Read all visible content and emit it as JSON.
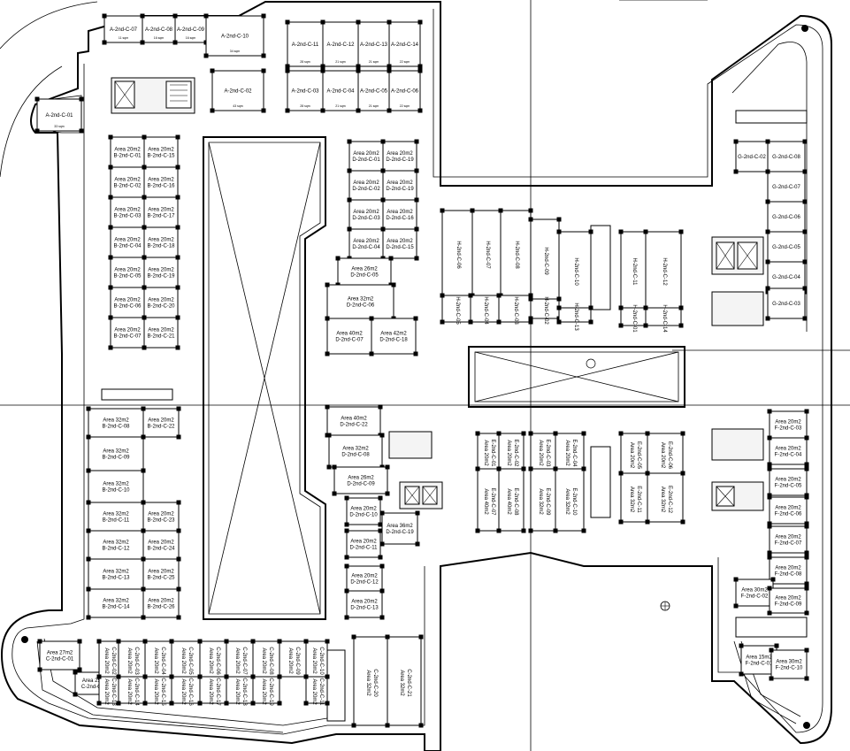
{
  "plan": {
    "shops": [
      {
        "id": "a07",
        "lines": [
          "A-2nd-C-07"
        ],
        "sub": "11 sqm"
      },
      {
        "id": "a08",
        "lines": [
          "A-2nd-C-08"
        ],
        "sub": "16 sqm"
      },
      {
        "id": "a09",
        "lines": [
          "A-2nd-C-09"
        ],
        "sub": "16 sqm"
      },
      {
        "id": "a10",
        "lines": [
          "A-2nd-C-10"
        ],
        "sub": "34 sqm"
      },
      {
        "id": "a11",
        "lines": [
          "A-2nd-C-11"
        ],
        "sub": "28 sqm"
      },
      {
        "id": "a12",
        "lines": [
          "A-2nd-C-12"
        ],
        "sub": "21 sqm"
      },
      {
        "id": "a13",
        "lines": [
          "A-2nd-C-13"
        ],
        "sub": "21 sqm"
      },
      {
        "id": "a14",
        "lines": [
          "A-2nd-C-14"
        ],
        "sub": "22 sqm"
      },
      {
        "id": "a02",
        "lines": [
          "A-2nd-C-02"
        ],
        "sub": "43 sqm"
      },
      {
        "id": "a03",
        "lines": [
          "A-2nd-C-03"
        ],
        "sub": "28 sqm"
      },
      {
        "id": "a04",
        "lines": [
          "A-2nd-C-04"
        ],
        "sub": "21 sqm"
      },
      {
        "id": "a05",
        "lines": [
          "A-2nd-C-05"
        ],
        "sub": "21 sqm"
      },
      {
        "id": "a06",
        "lines": [
          "A-2nd-C-06"
        ],
        "sub": "22 sqm"
      },
      {
        "id": "a01",
        "lines": [
          "A-2nd-C-01"
        ],
        "sub": "33 sqm"
      },
      {
        "id": "b01",
        "lines": [
          "Area 20m2",
          "B-2nd-C-01"
        ]
      },
      {
        "id": "b15",
        "lines": [
          "Area 20m2",
          "B-2nd-C-15"
        ]
      },
      {
        "id": "b02",
        "lines": [
          "Area 20m2",
          "B-2nd-C-02"
        ]
      },
      {
        "id": "b16",
        "lines": [
          "Area 20m2",
          "B-2nd-C-16"
        ]
      },
      {
        "id": "b03",
        "lines": [
          "Area 20m2",
          "B-2nd-C-03"
        ]
      },
      {
        "id": "b17",
        "lines": [
          "Area 20m2",
          "B-2nd-C-17"
        ]
      },
      {
        "id": "b04",
        "lines": [
          "Area 20m2",
          "B-2nd-C-04"
        ]
      },
      {
        "id": "b18",
        "lines": [
          "Area 20m2",
          "B-2nd-C-18"
        ]
      },
      {
        "id": "b05",
        "lines": [
          "Area 20m2",
          "B-2nd-C-05"
        ]
      },
      {
        "id": "b19",
        "lines": [
          "Area 20m2",
          "B-2nd-C-19"
        ]
      },
      {
        "id": "b06",
        "lines": [
          "Area 20m2",
          "B-2nd-C-06"
        ]
      },
      {
        "id": "b20",
        "lines": [
          "Area 20m2",
          "B-2nd-C-20"
        ]
      },
      {
        "id": "b07",
        "lines": [
          "Area 20m2",
          "B-2nd-C-07"
        ]
      },
      {
        "id": "b21",
        "lines": [
          "Area 20m2",
          "B-2nd-C-21"
        ]
      },
      {
        "id": "b08",
        "lines": [
          "Area 32m2",
          "B-2nd-C-08"
        ]
      },
      {
        "id": "b22",
        "lines": [
          "Area 20m2",
          "B-2nd-C-22"
        ]
      },
      {
        "id": "b09",
        "lines": [
          "Area 32m2",
          "B-2nd-C-09"
        ]
      },
      {
        "id": "b10",
        "lines": [
          "Area 32m2",
          "B-2nd-C-10"
        ]
      },
      {
        "id": "b11",
        "lines": [
          "Area 32m2",
          "B-2nd-C-11"
        ]
      },
      {
        "id": "b23",
        "lines": [
          "Area 20m2",
          "B-2nd-C-23"
        ]
      },
      {
        "id": "b12",
        "lines": [
          "Area 32m2",
          "B-2nd-C-12"
        ]
      },
      {
        "id": "b24",
        "lines": [
          "Area 20m2",
          "B-2nd-C-24"
        ]
      },
      {
        "id": "b13",
        "lines": [
          "Area 32m2",
          "B-2nd-C-13"
        ]
      },
      {
        "id": "b25",
        "lines": [
          "Area 20m2",
          "B-2nd-C-25"
        ]
      },
      {
        "id": "b14",
        "lines": [
          "Area 32m2",
          "B-2nd-C-14"
        ]
      },
      {
        "id": "b26",
        "lines": [
          "Area 20m2",
          "B-2nd-C-26"
        ]
      },
      {
        "id": "d01",
        "lines": [
          "Area 20m2",
          "D-2nd-C-01"
        ]
      },
      {
        "id": "d19a",
        "lines": [
          "Area 20m2",
          "D-2nd-C-19"
        ]
      },
      {
        "id": "d02",
        "lines": [
          "Area 20m2",
          "D-2nd-C-02"
        ]
      },
      {
        "id": "d19b",
        "lines": [
          "Area 20m2",
          "D-2nd-C-19"
        ]
      },
      {
        "id": "d03",
        "lines": [
          "Area 20m2",
          "D-2nd-C-03"
        ]
      },
      {
        "id": "d16",
        "lines": [
          "Area 20m2",
          "D-2nd-C-16"
        ]
      },
      {
        "id": "d04",
        "lines": [
          "Area 20m2",
          "D-2nd-C-04"
        ]
      },
      {
        "id": "d15",
        "lines": [
          "Area 20m2",
          "D-2nd-C-15"
        ]
      },
      {
        "id": "d05",
        "lines": [
          "Area 26m2",
          "D-2nd-C-05"
        ]
      },
      {
        "id": "d06",
        "lines": [
          "Area 32m2",
          "D-2nd-C-06"
        ]
      },
      {
        "id": "d07",
        "lines": [
          "Area 40m2",
          "D-2nd-C-07"
        ]
      },
      {
        "id": "d18",
        "lines": [
          "Area 42m2",
          "D-2nd-C-18"
        ]
      },
      {
        "id": "d22",
        "lines": [
          "Area 40m2",
          "D-2nd-C-22"
        ]
      },
      {
        "id": "d08",
        "lines": [
          "Area 32m2",
          "D-2nd-C-08"
        ]
      },
      {
        "id": "d09",
        "lines": [
          "Area 26m2",
          "D-2nd-C-09"
        ]
      },
      {
        "id": "d10",
        "lines": [
          "Area 20m2",
          "D-2nd-C-10"
        ]
      },
      {
        "id": "d19c",
        "lines": [
          "Area 36m2",
          "D-2nd-C-19"
        ]
      },
      {
        "id": "d11",
        "lines": [
          "Area 20m2",
          "D-2nd-C-11"
        ]
      },
      {
        "id": "d12",
        "lines": [
          "Area 20m2",
          "D-2nd-C-12"
        ]
      },
      {
        "id": "d13",
        "lines": [
          "Area 20m2",
          "D-2nd-C-13"
        ]
      },
      {
        "id": "c01",
        "lines": [
          "Area 27m2",
          "C-2nd-C-01"
        ]
      },
      {
        "id": "c12",
        "lines": [
          "Area 25m2",
          "C-2nd-C-12"
        ]
      },
      {
        "id": "g02",
        "lines": [
          "G-2nd-C-02"
        ]
      },
      {
        "id": "g08",
        "lines": [
          "G-2nd-C-08"
        ]
      },
      {
        "id": "g07",
        "lines": [
          "G-2nd-C-07"
        ]
      },
      {
        "id": "g06",
        "lines": [
          "G-2nd-C-06"
        ]
      },
      {
        "id": "g05",
        "lines": [
          "G-2nd-C-05"
        ]
      },
      {
        "id": "g04",
        "lines": [
          "G-2nd-C-04"
        ]
      },
      {
        "id": "g03",
        "lines": [
          "G-2nd-C-03"
        ]
      },
      {
        "id": "f03",
        "lines": [
          "Area 20m2",
          "F-2nd-C-03"
        ]
      },
      {
        "id": "f04",
        "lines": [
          "Area 20m2",
          "F-2nd-C-04"
        ]
      },
      {
        "id": "f05",
        "lines": [
          "Area 20m2",
          "F-2nd-C-05"
        ]
      },
      {
        "id": "f06",
        "lines": [
          "Area 20m2",
          "F-2nd-C-06"
        ]
      },
      {
        "id": "f07",
        "lines": [
          "Area 20m2",
          "F-2nd-C-07"
        ]
      },
      {
        "id": "f08",
        "lines": [
          "Area 20m2",
          "F-2nd-C-08"
        ]
      },
      {
        "id": "f02",
        "lines": [
          "Area 30m2",
          "F-2nd-C-02"
        ]
      },
      {
        "id": "f09",
        "lines": [
          "Area 20m2",
          "F-2nd-C-09"
        ]
      },
      {
        "id": "f01",
        "lines": [
          "Area 15m2",
          "F-2nd-C-01"
        ]
      },
      {
        "id": "f10",
        "lines": [
          "Area 30m2",
          "F-2nd-C-10"
        ]
      }
    ],
    "vertical_shops": [
      {
        "id": "h06",
        "lines": [
          "H-2nd-C-06"
        ]
      },
      {
        "id": "h07",
        "lines": [
          "H-2nd-C-07"
        ]
      },
      {
        "id": "h08",
        "lines": [
          "H-2nd-C-08"
        ]
      },
      {
        "id": "h09",
        "lines": [
          "H-2nd-C-09"
        ]
      },
      {
        "id": "h10",
        "lines": [
          "H-2nd-C-10"
        ]
      },
      {
        "id": "h11",
        "lines": [
          "H-2nd-C-11"
        ]
      },
      {
        "id": "h12",
        "lines": [
          "H-2nd-C-12"
        ]
      },
      {
        "id": "h05",
        "lines": [
          "H-2nd-C-05"
        ]
      },
      {
        "id": "h04",
        "lines": [
          "H-2nd-C-04"
        ]
      },
      {
        "id": "h03",
        "lines": [
          "H-2nd-C-03"
        ]
      },
      {
        "id": "h02",
        "lines": [
          "H-2nd-C-02"
        ]
      },
      {
        "id": "h01",
        "lines": [
          "H-2nd-C-01"
        ]
      },
      {
        "id": "h14",
        "lines": [
          "H-2nd-C-14"
        ]
      },
      {
        "id": "h13",
        "lines": [
          "H-2nd-C-13"
        ]
      },
      {
        "id": "e01",
        "lines": [
          "Area 20m2",
          "E-2nd-C-01"
        ]
      },
      {
        "id": "e02",
        "lines": [
          "Area 20m2",
          "E-2nd-C-02"
        ]
      },
      {
        "id": "e03",
        "lines": [
          "Area 20m2",
          "E-2nd-C-03"
        ]
      },
      {
        "id": "e04",
        "lines": [
          "Area 20m2",
          "E-2nd-C-04"
        ]
      },
      {
        "id": "e07",
        "lines": [
          "Area 40m2",
          "E-2nd-C-07"
        ]
      },
      {
        "id": "e08",
        "lines": [
          "Area 40m2",
          "E-2nd-C-08"
        ]
      },
      {
        "id": "e09",
        "lines": [
          "Area 32m2",
          "E-2nd-C-09"
        ]
      },
      {
        "id": "e10",
        "lines": [
          "Area 32m2",
          "E-2nd-C-10"
        ]
      },
      {
        "id": "e05",
        "lines": [
          "Area 20m2",
          "E-2nd-C-05"
        ]
      },
      {
        "id": "e06",
        "lines": [
          "Area 20m2",
          "E-2nd-C-06"
        ]
      },
      {
        "id": "e11",
        "lines": [
          "Area 32m2",
          "E-2nd-C-11"
        ]
      },
      {
        "id": "e12",
        "lines": [
          "Area 32m2",
          "E-2nd-C-12"
        ]
      },
      {
        "id": "c02",
        "lines": [
          "Area 20m2",
          "C-2nd-C-02"
        ]
      },
      {
        "id": "c13",
        "lines": [
          "Area 20m2",
          "C-2nd-C-13"
        ]
      },
      {
        "id": "c03",
        "lines": [
          "Area 20m2",
          "C-2nd-C-03"
        ]
      },
      {
        "id": "c14",
        "lines": [
          "Area 20m2",
          "C-2nd-C-14"
        ]
      },
      {
        "id": "c04",
        "lines": [
          "Area 20m2",
          "C-2nd-C-04"
        ]
      },
      {
        "id": "c15",
        "lines": [
          "Area 20m2",
          "C-2nd-C-15"
        ]
      },
      {
        "id": "c05",
        "lines": [
          "Area 20m2",
          "C-2nd-C-05"
        ]
      },
      {
        "id": "c16",
        "lines": [
          "Area 20m2",
          "C-2nd-C-16"
        ]
      },
      {
        "id": "c06",
        "lines": [
          "Area 20m2",
          "C-2nd-C-06"
        ]
      },
      {
        "id": "c17",
        "lines": [
          "Area 20m2",
          "C-2nd-C-17"
        ]
      },
      {
        "id": "c07",
        "lines": [
          "Area 20m2",
          "C-2nd-C-07"
        ]
      },
      {
        "id": "c18",
        "lines": [
          "Area 20m2",
          "C-2nd-C-18"
        ]
      },
      {
        "id": "c08",
        "lines": [
          "Area 20m2",
          "C-2nd-C-08"
        ]
      },
      {
        "id": "c19",
        "lines": [
          "Area 20m2",
          "C-2nd-C-19"
        ]
      },
      {
        "id": "c09",
        "lines": [
          "Area 20m2",
          "C-2nd-C-09"
        ]
      },
      {
        "id": "c10",
        "lines": [
          "Area 20m2",
          "C-2nd-C-10"
        ]
      },
      {
        "id": "c11",
        "lines": [
          "Area 20m2",
          "C-2nd-C-11"
        ]
      },
      {
        "id": "c20",
        "lines": [
          "Area 32m2",
          "C-2nd-C-20"
        ]
      },
      {
        "id": "c21",
        "lines": [
          "Area 32m2",
          "C-2nd-C-21"
        ]
      }
    ]
  }
}
